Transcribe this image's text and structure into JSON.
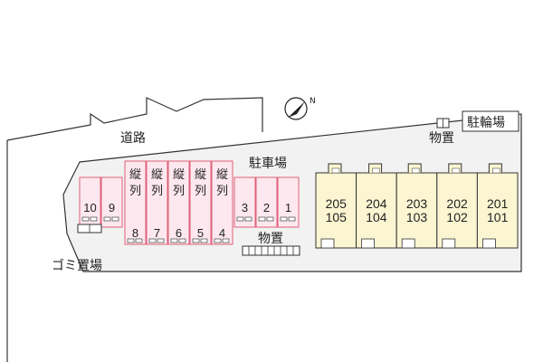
{
  "labels": {
    "road": "道路",
    "parking": "駐車場",
    "bike_parking": "駐輪場",
    "storage_top": "物置",
    "storage_bottom": "物置",
    "garbage": "ゴミ置場",
    "tandem": "縦列"
  },
  "parking_small_left": [
    "10",
    "9"
  ],
  "parking_tandem": [
    "8",
    "7",
    "6",
    "5",
    "4"
  ],
  "parking_small_right": [
    "3",
    "2",
    "1"
  ],
  "units": [
    {
      "upper": "205",
      "lower": "105"
    },
    {
      "upper": "204",
      "lower": "104"
    },
    {
      "upper": "203",
      "lower": "103"
    },
    {
      "upper": "202",
      "lower": "102"
    },
    {
      "upper": "201",
      "lower": "101"
    }
  ],
  "colors": {
    "parking_fill": "#fce8ee",
    "parking_stroke": "#e06078",
    "building_fill": "#fbf5d2",
    "outline": "#333333"
  },
  "icons": {
    "compass": "north-arrow-icon"
  }
}
